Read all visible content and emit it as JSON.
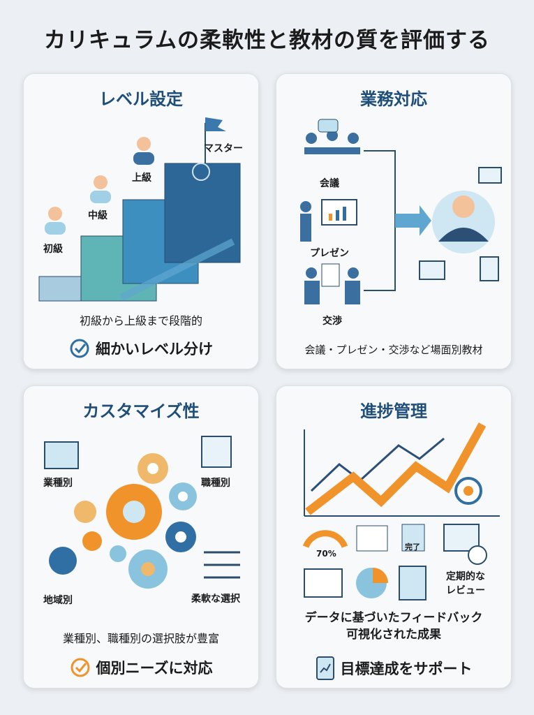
{
  "title": "カリキュラムの柔軟性と教材の質を評価する",
  "cards": [
    {
      "title": "レベル設定",
      "levels": [
        "初級",
        "中級",
        "上級",
        "マスター"
      ],
      "caption": "初級から上級まで段階的",
      "footer": "細かいレベル分け",
      "footer_icon": "check-circle-icon"
    },
    {
      "title": "業務対応",
      "scenes": [
        "会議",
        "プレゼン",
        "交渉"
      ],
      "caption": "会議・プレゼン・交渉など場面別教材"
    },
    {
      "title": "カスタマイズ性",
      "labels": [
        "業種別",
        "職種別",
        "地域別",
        "柔軟な選択"
      ],
      "caption": "業種別、職種別の選択肢が豊富",
      "footer": "個別ニーズに対応",
      "footer_icon": "check-circle-icon"
    },
    {
      "title": "進捗管理",
      "gauge": "70%",
      "done": "完了",
      "review": [
        "定期的な",
        "レビュー"
      ],
      "caption": [
        "データに基づいたフィードバック",
        "可視化された成果"
      ],
      "footer": "目標達成をサポート",
      "footer_icon": "tablet-chart-icon"
    }
  ],
  "colors": {
    "title_blue": "#1f4e79",
    "accent_orange": "#f0932b",
    "blue": "#2f6fa3",
    "teal": "#4aa8a8"
  }
}
